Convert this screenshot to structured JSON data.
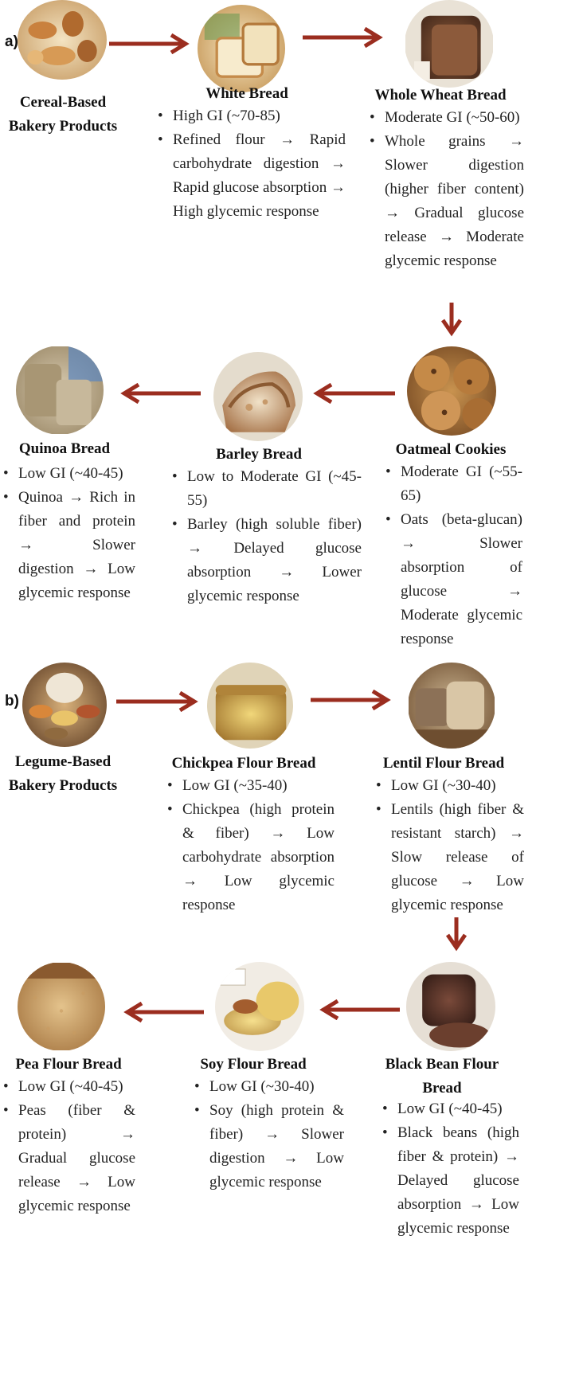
{
  "panel_a": {
    "label": "a)",
    "root": {
      "title": "Cereal-Based Bakery Products",
      "image": "assorted-cereal-bakery-photo"
    },
    "nodes": [
      {
        "id": "white-bread",
        "title": "White Bread",
        "image": "white-bread-photo",
        "bullets": [
          "High GI (~70-85)",
          "Refined flour → Rapid carbohydrate digestion → Rapid glucose absorption → High glycemic response"
        ]
      },
      {
        "id": "whole-wheat-bread",
        "title": "Whole Wheat Bread",
        "image": "whole-wheat-bread-photo",
        "bullets": [
          "Moderate GI (~50-60)",
          "Whole grains → Slower digestion (higher fiber content) → Gradual glucose release → Moderate glycemic response"
        ]
      },
      {
        "id": "oatmeal-cookies",
        "title": "Oatmeal Cookies",
        "image": "oatmeal-cookies-photo",
        "bullets": [
          "Moderate GI (~55-65)",
          "Oats (beta-glucan) → Slower absorption of glucose → Moderate glycemic response"
        ]
      },
      {
        "id": "barley-bread",
        "title": "Barley Bread",
        "image": "barley-bread-photo",
        "bullets": [
          "Low to Moderate GI (~45-55)",
          "Barley (high soluble fiber) → Delayed glucose absorption → Lower glycemic response"
        ]
      },
      {
        "id": "quinoa-bread",
        "title": "Quinoa Bread",
        "image": "quinoa-bread-photo",
        "bullets": [
          "Low GI (~40-45)",
          "Quinoa → Rich in fiber and protein → Slower digestion → Low glycemic response"
        ]
      }
    ]
  },
  "panel_b": {
    "label": "b)",
    "root": {
      "title": "Legume-Based Bakery Products",
      "image": "assorted-legumes-photo"
    },
    "nodes": [
      {
        "id": "chickpea-flour-bread",
        "title": "Chickpea Flour Bread",
        "image": "chickpea-bread-photo",
        "bullets": [
          "Low GI (~35-40)",
          "Chickpea (high protein & fiber) → Low carbohydrate absorption → Low glycemic response"
        ]
      },
      {
        "id": "lentil-flour-bread",
        "title": "Lentil Flour Bread",
        "image": "lentil-bread-photo",
        "bullets": [
          "Low GI (~30-40)",
          "Lentils (high fiber & resistant starch) → Slow release of glucose → Low glycemic response"
        ]
      },
      {
        "id": "black-bean-flour-bread",
        "title": "Black Bean Flour Bread",
        "image": "black-bean-bread-photo",
        "bullets": [
          "Low GI (~40-45)",
          "Black beans (high fiber & protein) → Delayed glucose absorption → Low glycemic response"
        ]
      },
      {
        "id": "soy-flour-bread",
        "title": "Soy Flour Bread",
        "image": "soy-bread-photo",
        "bullets": [
          "Low GI (~30-40)",
          "Soy (high protein & fiber) → Slower digestion → Low glycemic response"
        ]
      },
      {
        "id": "pea-flour-bread",
        "title": "Pea Flour Bread",
        "image": "pea-bread-photo",
        "bullets": [
          "Low GI (~40-45)",
          "Peas (fiber & protein) → Gradual glucose release → Low glycemic response"
        ]
      }
    ]
  },
  "colors": {
    "arrow": "#9b2d1f",
    "text": "#222222"
  }
}
